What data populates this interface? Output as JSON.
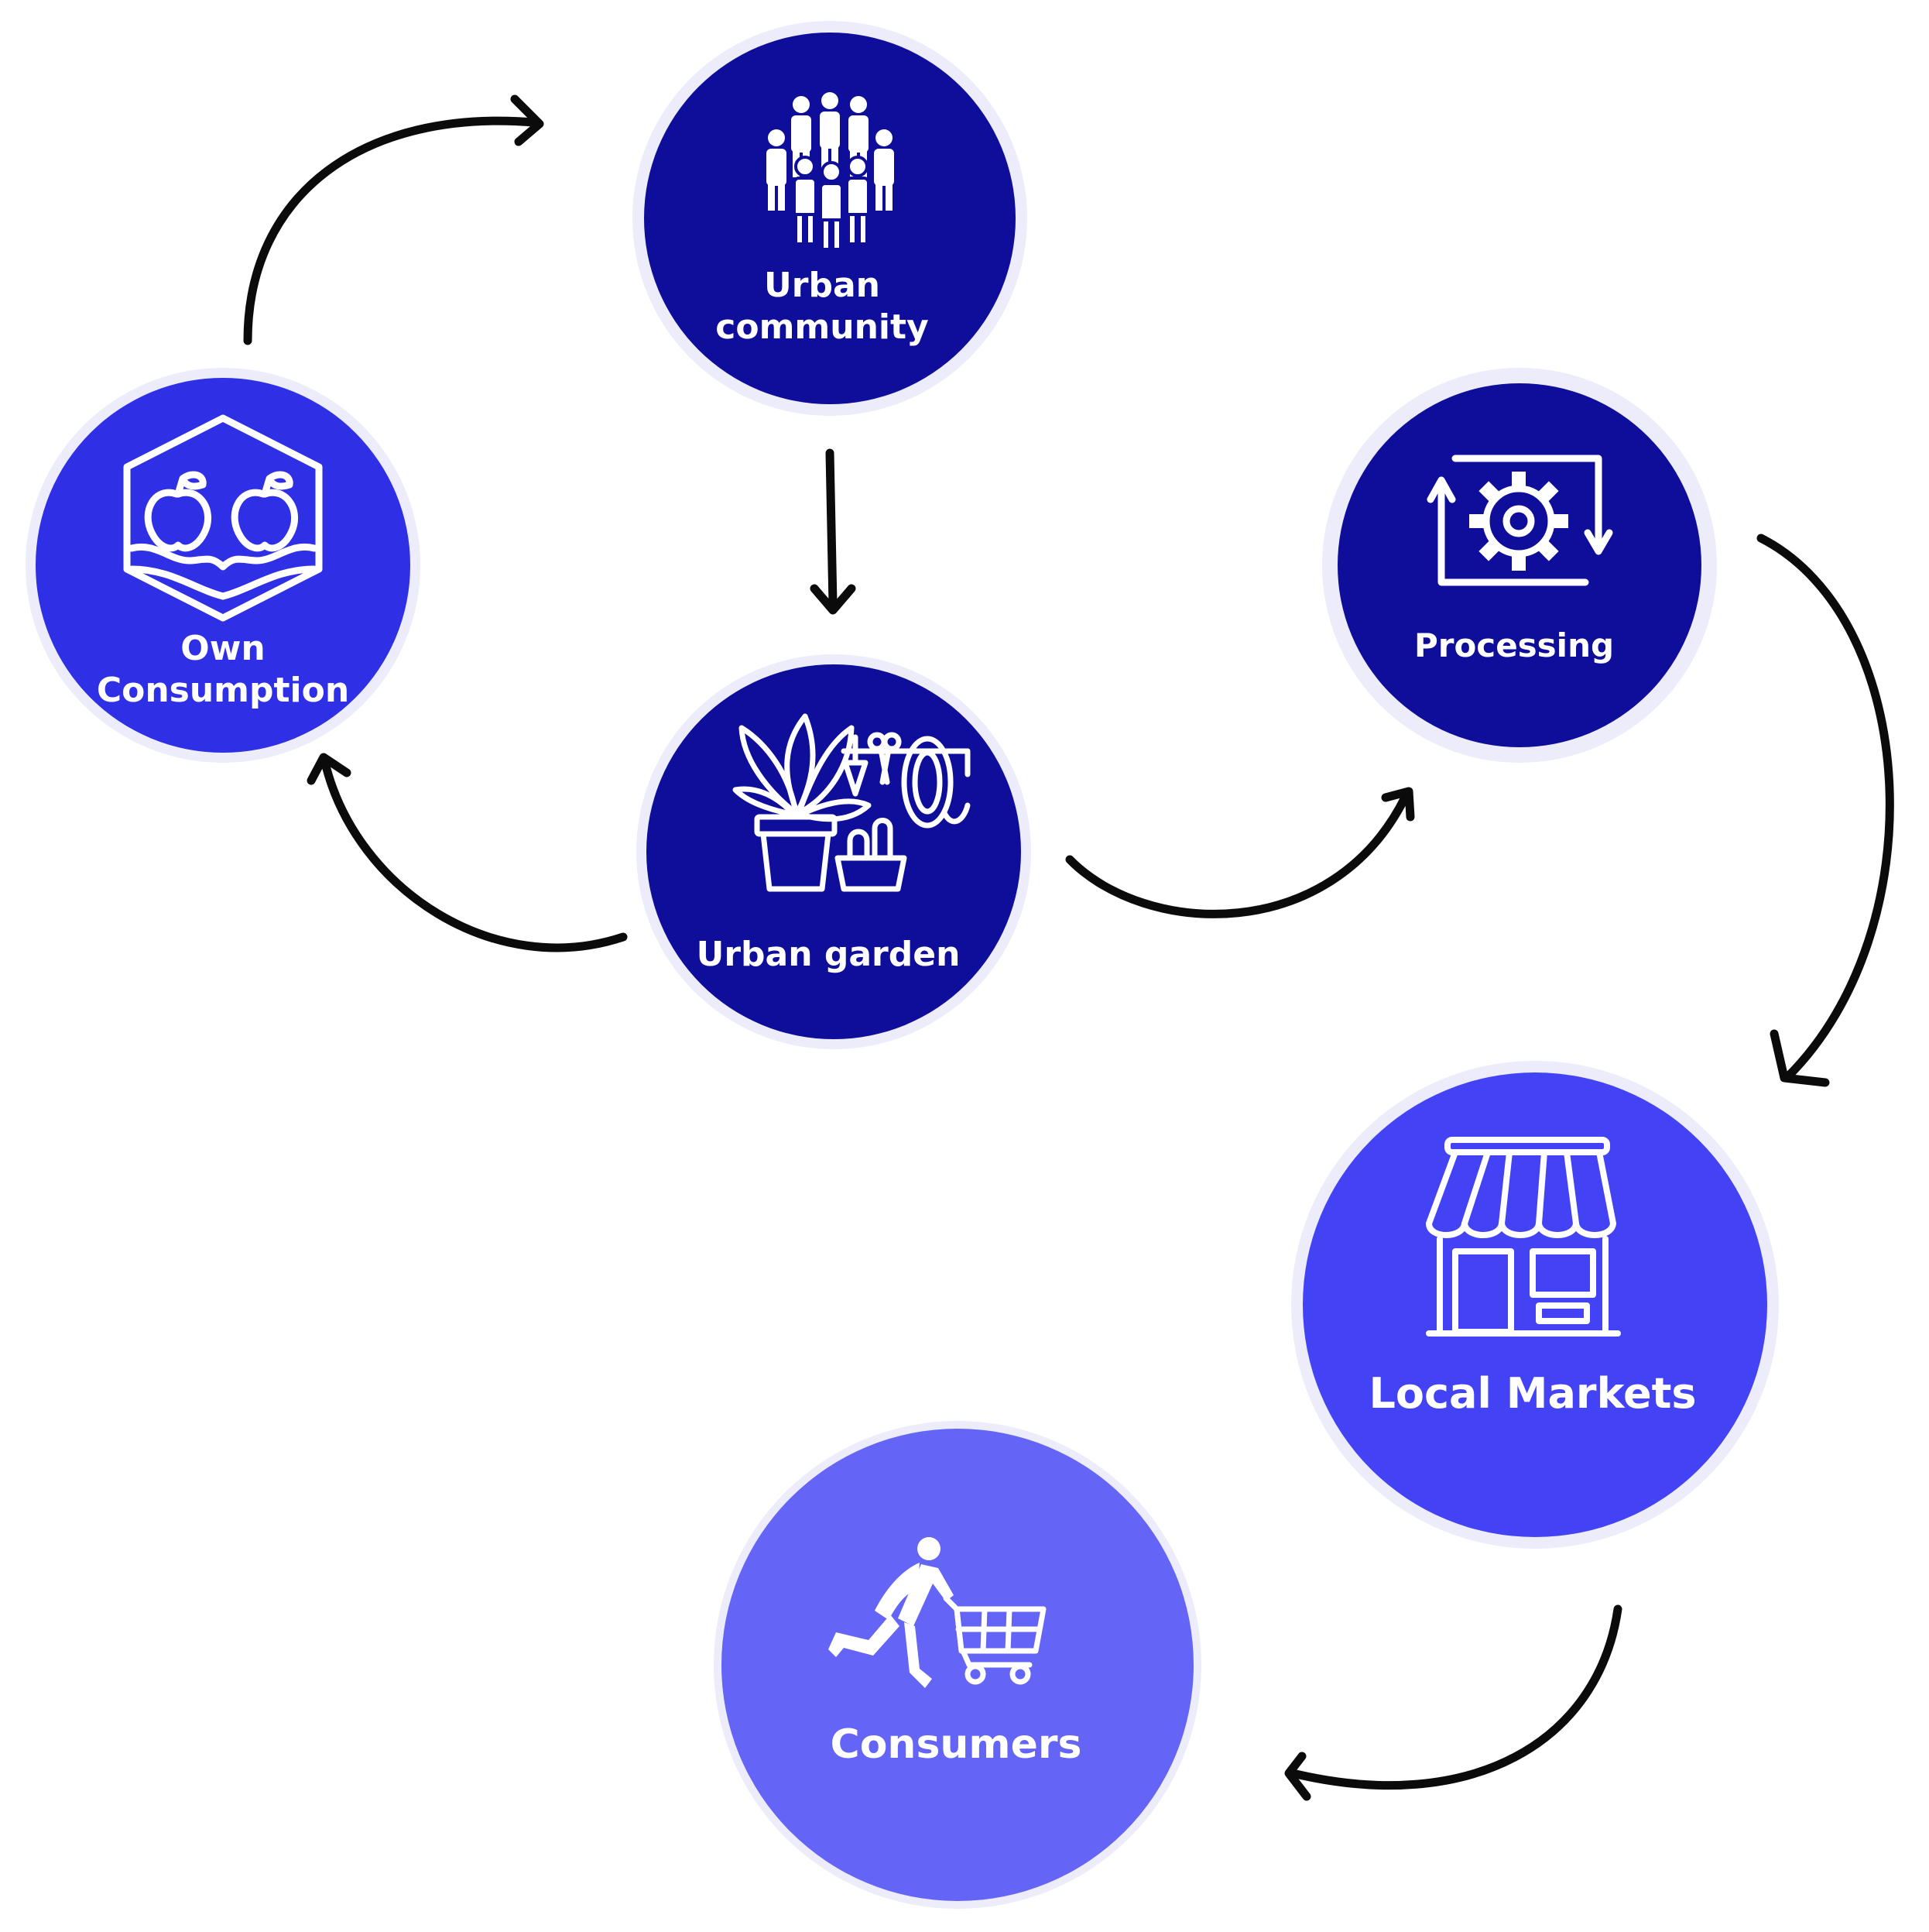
{
  "nodes": {
    "urban_community": {
      "line1": "Urban",
      "line2": "community",
      "color": "#0e0e9a",
      "icon": "people-group-icon"
    },
    "own_consumption": {
      "line1": "Own",
      "line2": "Consumption",
      "color": "#2f2fe6",
      "icon": "fruit-in-hands-icon"
    },
    "processing": {
      "line1": "Processing",
      "color": "#0e0e9a",
      "icon": "gear-process-icon"
    },
    "urban_garden": {
      "line1": "Urban garden",
      "color": "#0e0e9a",
      "icon": "potted-plants-tools-icon"
    },
    "local_markets": {
      "line1": "Local Markets",
      "color": "#4343f5",
      "icon": "storefront-icon"
    },
    "consumers": {
      "line1": "Consumers",
      "color": "#6464f7",
      "icon": "shopper-cart-icon"
    }
  },
  "colors": {
    "arrow": "#0b0b0b",
    "label": "#ffffff",
    "halo": "#ececfa"
  }
}
